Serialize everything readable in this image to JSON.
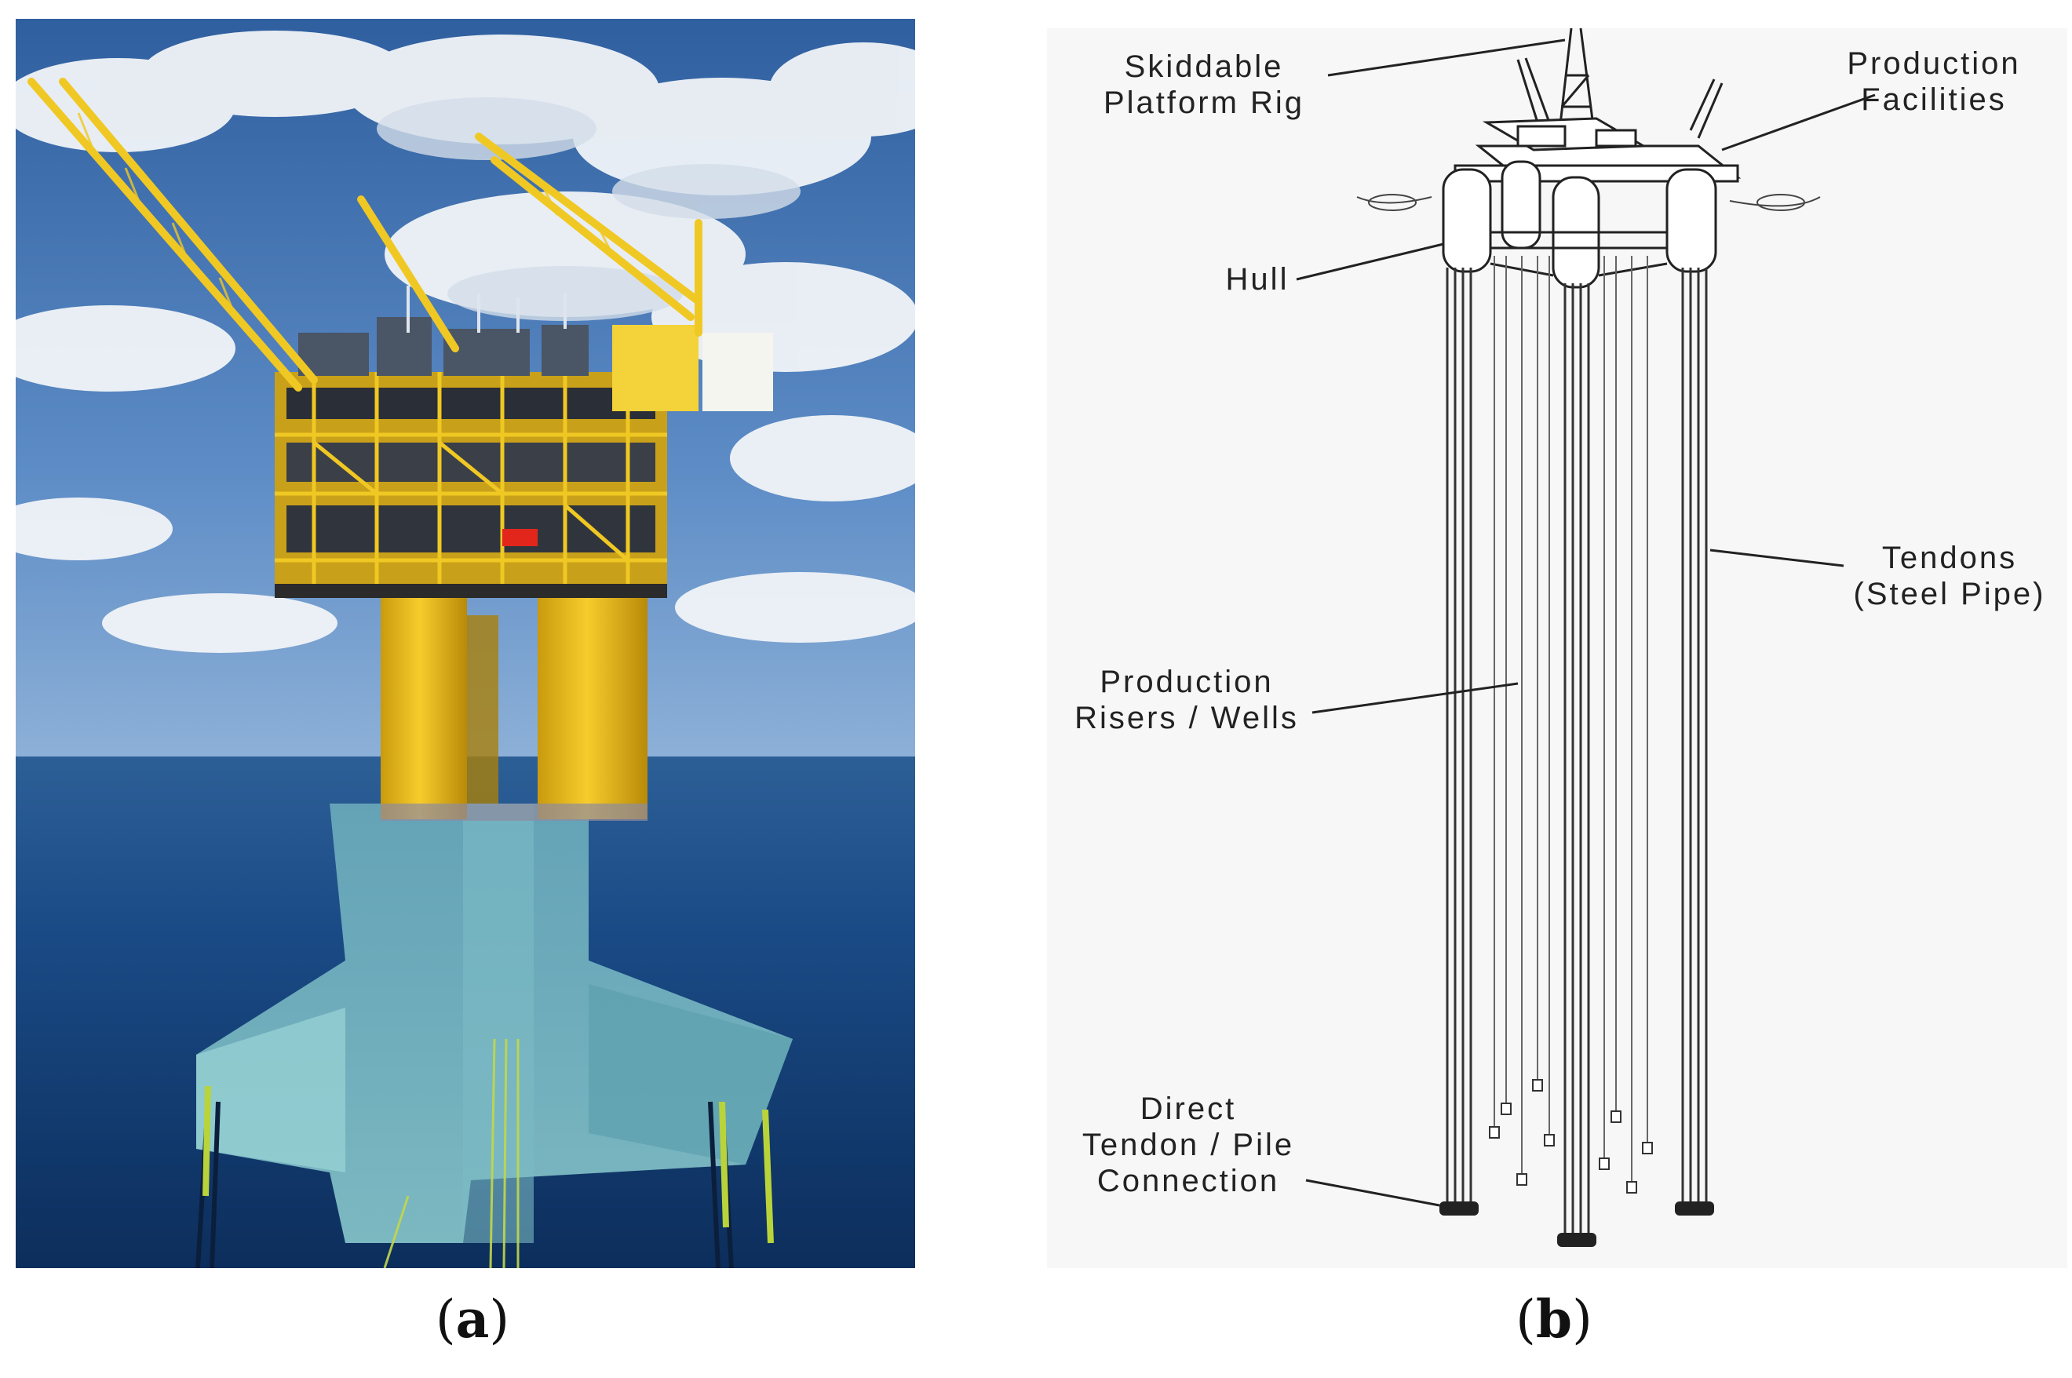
{
  "panel_a": {
    "caption": "a"
  },
  "panel_b": {
    "caption": "b",
    "labels": {
      "rig_line1": "Skiddable",
      "rig_line2": "Platform Rig",
      "facilities_line1": "Production",
      "facilities_line2": "Facilities",
      "hull": "Hull",
      "tendons_line1": "Tendons",
      "tendons_line2": "(Steel Pipe)",
      "risers_line1": "Production",
      "risers_line2": "Risers / Wells",
      "conn_line1": "Direct",
      "conn_line2": "Tendon / Pile",
      "conn_line3": "Connection"
    }
  },
  "colors": {
    "sky": "#3f6fb0",
    "cloud": "#eef2f6",
    "sea": "#173f74",
    "hull_yellow": "#f2c21b",
    "submerged": "#7fc2c8"
  }
}
